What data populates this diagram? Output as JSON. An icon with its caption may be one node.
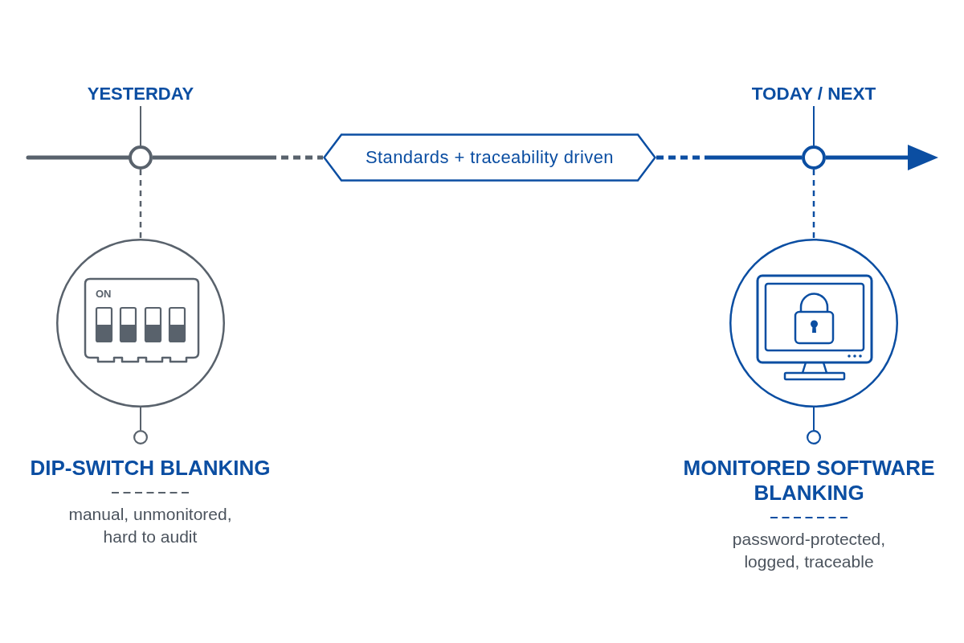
{
  "diagram": {
    "nodes": [
      {
        "text": [
          "YESTERDAY"
        ]
      },
      {
        "text": [],
        "shape": "circle"
      },
      {
        "text": [
          "Standards + traceability driven"
        ]
      },
      {
        "text": [
          "TODAY / NEXT"
        ]
      },
      {
        "text": [],
        "shape": "circle"
      },
      {
        "text": [],
        "shape": "circle"
      },
      {
        "text": [],
        "shape": "circle",
        "beside": [
          "DIP-SWITCH BLANKING",
          "manual, unmonitored, hard to audit"
        ]
      },
      {
        "text": [],
        "shape": "circle"
      },
      {
        "text": [],
        "shape": "circle",
        "beside": [
          "MONITORED SOFTWARE BLANKING",
          "password-protected, logged, traceable"
        ]
      }
    ],
    "edges": [
      {
        "from": 0,
        "to": 1,
        "arrow": "none"
      },
      {
        "from": null,
        "to": 1,
        "arrow": "none",
        "style": "thick"
      },
      {
        "from": 1,
        "to": 2,
        "arrow": "none",
        "style": "thick"
      },
      {
        "from": 2,
        "to": 4,
        "arrow": "none",
        "style": "thick",
        "color": "#0b4ea2"
      },
      {
        "from": 3,
        "to": 4,
        "arrow": "none",
        "color": "#0b4ea2"
      },
      {
        "from": 4,
        "to": null,
        "arrow": "to",
        "style": "thick",
        "color": "#0b4ea2"
      },
      {
        "from": 1,
        "to": 5,
        "arrow": "none",
        "style": "dashed"
      },
      {
        "from": 4,
        "to": 7,
        "arrow": "none",
        "style": "dashed",
        "color": "#0b4ea2"
      },
      {
        "from": 5,
        "to": 6,
        "arrow": "none"
      },
      {
        "from": 7,
        "to": 8,
        "arrow": "none",
        "color": "#0b4ea2"
      }
    ],
    "labels": [
      "ON"
    ]
  }
}
